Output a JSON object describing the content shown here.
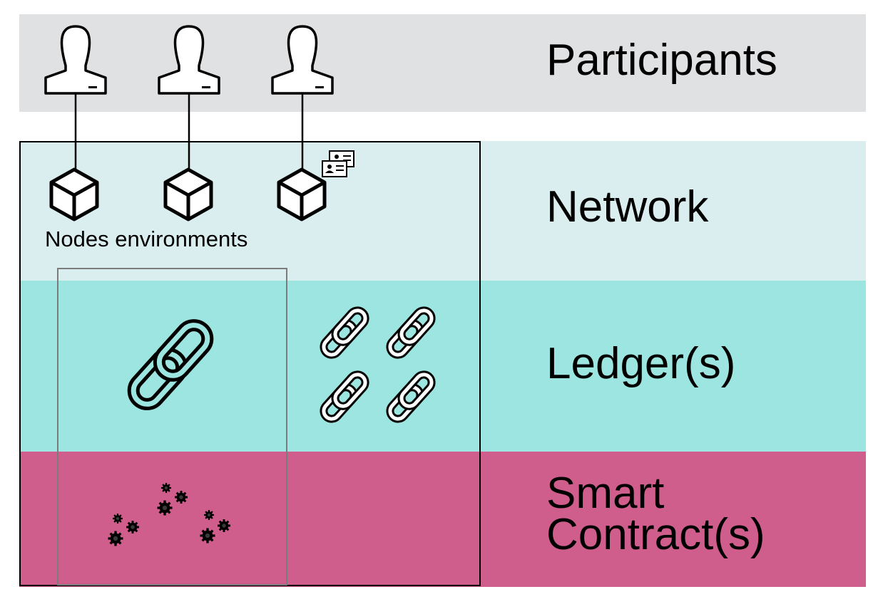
{
  "layers": {
    "participants": "Participants",
    "network": "Network",
    "ledger": "Ledger(s)",
    "contracts": "Smart Contract(s)"
  },
  "network": {
    "nodes_caption": "Nodes environments"
  },
  "colors": {
    "participants_band": "#e0e1e3",
    "network_band": "#dbeeef",
    "ledger_band": "#9ce5e0",
    "contracts_band": "#cf5e8c"
  },
  "icons": {
    "participant": "user-icon",
    "node": "cube-icon",
    "identity": "id-card-icon",
    "ledger": "chain-link-icon",
    "contract": "gear-icon"
  }
}
